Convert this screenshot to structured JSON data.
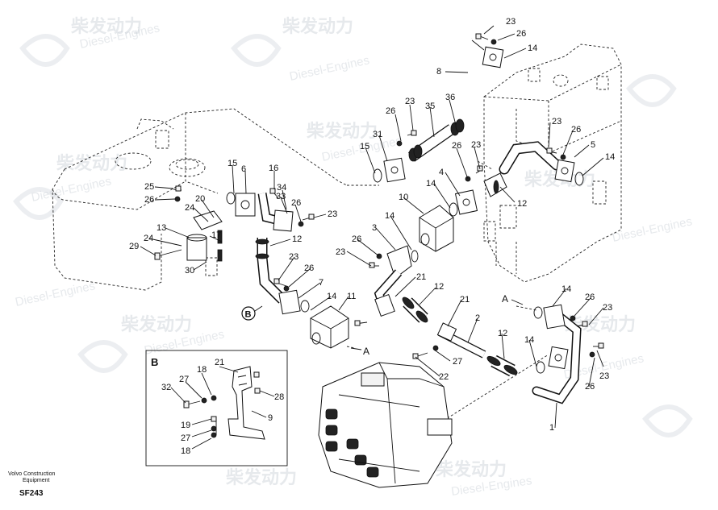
{
  "watermark": {
    "brand": "柴发动力",
    "sub": "Diesel-Engines"
  },
  "footer": {
    "line1": "Volvo Construction",
    "line2": "Equipment",
    "code": "SF243"
  },
  "inset": {
    "label": "B"
  },
  "markers": {
    "a1": "A",
    "a2": "A",
    "b": "B"
  },
  "callouts": [
    "23",
    "26",
    "14",
    "8",
    "26",
    "23",
    "35",
    "36",
    "31",
    "15",
    "23",
    "26",
    "5",
    "14",
    "16",
    "15",
    "6",
    "34",
    "33",
    "26",
    "23",
    "25",
    "26",
    "20",
    "24",
    "13",
    "17",
    "24",
    "29",
    "12",
    "30",
    "26",
    "23",
    "4",
    "14",
    "12",
    "10",
    "14",
    "3",
    "26",
    "23",
    "21",
    "23",
    "26",
    "7",
    "14",
    "11",
    "12",
    "21",
    "2",
    "12",
    "22",
    "27",
    "14",
    "26",
    "23",
    "14",
    "26",
    "23",
    "1",
    "21",
    "18",
    "27",
    "32",
    "28",
    "9",
    "19",
    "27",
    "18"
  ],
  "colors": {
    "line": "#111111",
    "watermark": "#c9cfd6"
  }
}
